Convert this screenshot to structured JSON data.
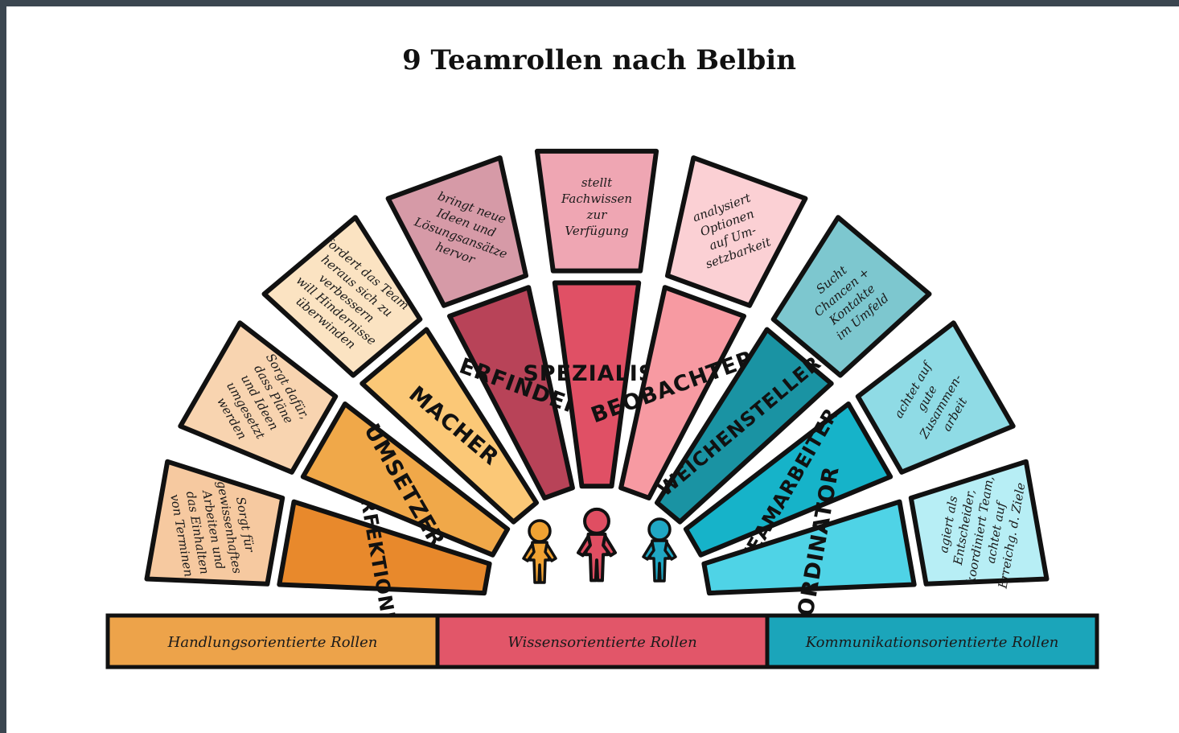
{
  "title": "9 Teamrollen nach Belbin",
  "roles": [
    {
      "name": "Perfektionist",
      "description": [
        "Sorgt für",
        "gewissenhaftes",
        "Arbeiten und",
        "das Einhalten",
        "von Terminen"
      ],
      "role_color": "#e8892c",
      "desc_color": "#f6c9a0"
    },
    {
      "name": "Umsetzer",
      "description": [
        "Sorgt dafür,",
        "dass Pläne",
        "und Ideen",
        "umgesetzt",
        "werden"
      ],
      "role_color": "#f0a849",
      "desc_color": "#f8d4b0"
    },
    {
      "name": "Macher",
      "description": [
        "fordert das Team",
        "heraus sich zu",
        "verbessern",
        "will Hindernisse",
        "überwinden"
      ],
      "role_color": "#fbc877",
      "desc_color": "#fbe3c2"
    },
    {
      "name": "Erfinder",
      "description": [
        "bringt neue",
        "Ideen und",
        "Lösungsansätze",
        "hervor"
      ],
      "role_color": "#b84358",
      "desc_color": "#d69aa7"
    },
    {
      "name": "Spezialist",
      "description": [
        "stellt",
        "Fachwissen",
        "zur",
        "Verfügung"
      ],
      "role_color": "#e05065",
      "desc_color": "#efa6b3"
    },
    {
      "name": "Beobachter",
      "description": [
        "analysiert",
        "Optionen",
        "auf Um-",
        "setzbarkeit"
      ],
      "role_color": "#f79aa2",
      "desc_color": "#fbd0d4"
    },
    {
      "name": "Weichensteller",
      "description": [
        "Sucht",
        "Chancen +",
        "Kontakte",
        "im Umfeld"
      ],
      "role_color": "#1a93a3",
      "desc_color": "#7dc7cf"
    },
    {
      "name": "Teamarbeiter",
      "description": [
        "achtet auf",
        "gute",
        "Zusammen-",
        "arbeit"
      ],
      "role_color": "#16b3c9",
      "desc_color": "#8fdbe5"
    },
    {
      "name": "Koordinator",
      "description": [
        "agiert als",
        "Entscheider,",
        "koordiniert Team,",
        "achtet auf",
        "Erreichg. d. Ziele"
      ],
      "role_color": "#4fd3e6",
      "desc_color": "#b7eef5"
    }
  ],
  "categories": [
    {
      "label": "Handlungsorientierte Rollen",
      "color": "#eda34a"
    },
    {
      "label": "Wissensorientierte Rollen",
      "color": "#e25669"
    },
    {
      "label": "Kommunikationsorientierte Rollen",
      "color": "#1ba5ba"
    }
  ],
  "people": [
    {
      "icon": "person-icon",
      "color": "#f0a233"
    },
    {
      "icon": "person-icon",
      "color": "#e04e62"
    },
    {
      "icon": "person-icon",
      "color": "#20a7c4"
    }
  ]
}
